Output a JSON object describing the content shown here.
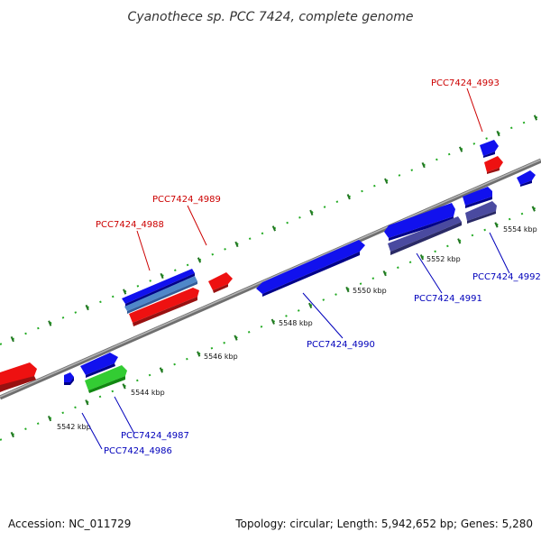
{
  "title": "Cyanothece sp. PCC 7424, complete genome",
  "footer": {
    "accession": "Accession: NC_011729",
    "summary": "Topology: circular; Length: 5,942,652 bp; Genes: 5,280"
  },
  "colors": {
    "backbone": "#8c8c8c",
    "tick": "#227722",
    "label_forward": "#cc0000",
    "label_reverse": "#0000bb",
    "gene_red": "#ee1111",
    "gene_blue": "#1111ee",
    "gene_steel": "#4f87c9",
    "gene_green": "#33cc33",
    "gene_slate": "#4a4aa0"
  },
  "ticks": [
    {
      "label": "5542 kbp"
    },
    {
      "label": "5544 kbp"
    },
    {
      "label": "5546 kbp"
    },
    {
      "label": "5548 kbp"
    },
    {
      "label": "5550 kbp"
    },
    {
      "label": "5552 kbp"
    },
    {
      "label": "5554 kbp"
    }
  ],
  "genes": [
    {
      "label": "PCC7424_4986",
      "strand": "reverse"
    },
    {
      "label": "PCC7424_4987",
      "strand": "reverse"
    },
    {
      "label": "PCC7424_4988",
      "strand": "forward"
    },
    {
      "label": "PCC7424_4989",
      "strand": "forward"
    },
    {
      "label": "PCC7424_4990",
      "strand": "reverse"
    },
    {
      "label": "PCC7424_4991",
      "strand": "reverse"
    },
    {
      "label": "PCC7424_4992",
      "strand": "reverse"
    },
    {
      "label": "PCC7424_4993",
      "strand": "forward"
    }
  ]
}
